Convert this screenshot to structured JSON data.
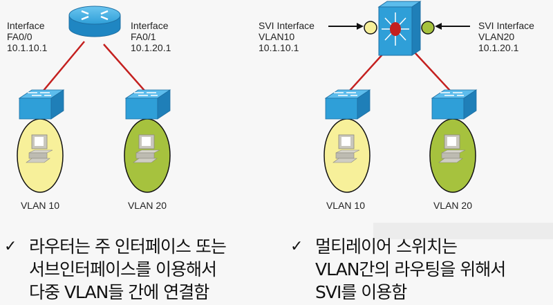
{
  "left_diagram": {
    "device": "router",
    "interface_left": {
      "line1": "Interface",
      "line2": "FA0/0",
      "ip": "10.1.10.1"
    },
    "interface_right": {
      "line1": "Interface",
      "line2": "FA0/1",
      "ip": "10.1.20.1"
    },
    "vlans": [
      {
        "label": "VLAN 10",
        "color": "#f7f09a"
      },
      {
        "label": "VLAN 20",
        "color": "#a6c23e"
      }
    ]
  },
  "right_diagram": {
    "device": "multilayer-switch",
    "svi_left": {
      "line1": "SVI Interface",
      "line2": "VLAN10",
      "ip": "10.1.10.1"
    },
    "svi_right": {
      "line1": "SVI Interface",
      "line2": "VLAN20",
      "ip": "10.1.20.1"
    },
    "vlans": [
      {
        "label": "VLAN 10",
        "color": "#f7f09a"
      },
      {
        "label": "VLAN 20",
        "color": "#a6c23e"
      }
    ]
  },
  "colors": {
    "device_blue": "#2f9fd8",
    "link_red": "#c4201f",
    "text": "#111111"
  },
  "bullets": [
    {
      "icon": "check-icon",
      "check": "✓",
      "lines": [
        "라우터는 주 인터페이스 또는",
        "서브인터페이스를 이용해서",
        "다중 VLAN들 간에 연결함"
      ]
    },
    {
      "icon": "check-icon",
      "check": "✓",
      "lines": [
        "멀티레이어 스위치는",
        "VLAN간의 라우팅을 위해서",
        "SVI를 이용함"
      ]
    }
  ]
}
